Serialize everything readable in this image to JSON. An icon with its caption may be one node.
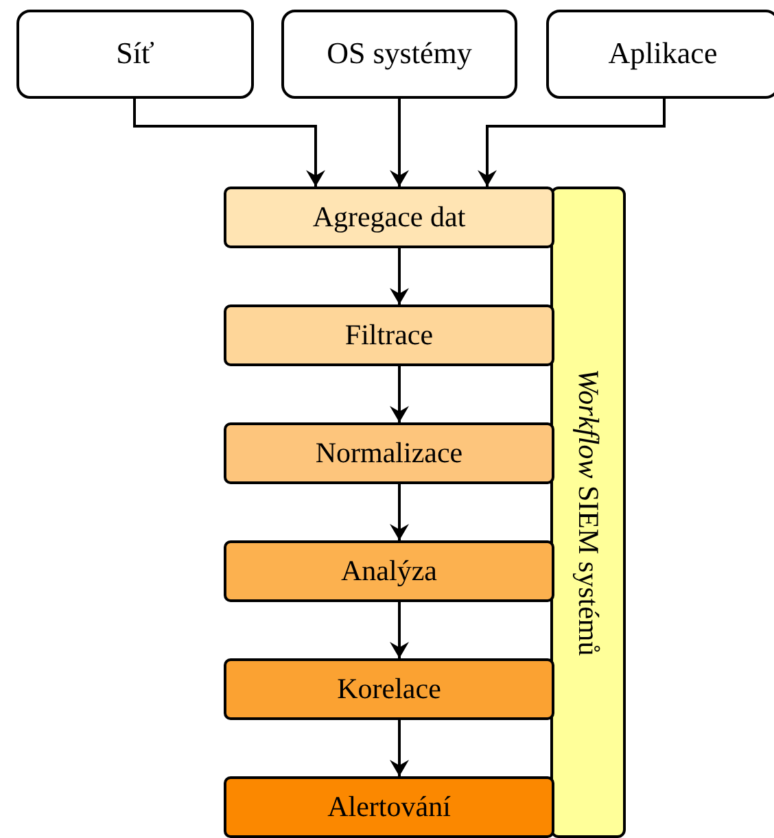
{
  "diagram": {
    "nodes": [
      {
        "text": [
          "Síť"
        ]
      },
      {
        "text": [
          "OS systémy"
        ]
      },
      {
        "text": [
          "Aplikace"
        ]
      },
      {
        "text": [
          "Agregace dat"
        ]
      },
      {
        "text": [
          "Filtrace"
        ]
      },
      {
        "text": [
          "Normalizace"
        ]
      },
      {
        "text": [
          "Analýza"
        ]
      },
      {
        "text": [
          "Korelace"
        ]
      },
      {
        "text": [
          "Alertování"
        ]
      },
      {
        "text": [
          "*Workflow* SIEM systémů"
        ]
      }
    ],
    "edges": [
      {
        "from": 0,
        "to": 3,
        "arrow": "to"
      },
      {
        "from": 1,
        "to": 3,
        "arrow": "to"
      },
      {
        "from": 2,
        "to": 3,
        "arrow": "to"
      },
      {
        "from": 3,
        "to": 4,
        "arrow": "to"
      },
      {
        "from": 4,
        "to": 5,
        "arrow": "to"
      },
      {
        "from": 5,
        "to": 6,
        "arrow": "to"
      },
      {
        "from": 6,
        "to": 7,
        "arrow": "to"
      },
      {
        "from": 7,
        "to": 8,
        "arrow": "to"
      }
    ]
  }
}
